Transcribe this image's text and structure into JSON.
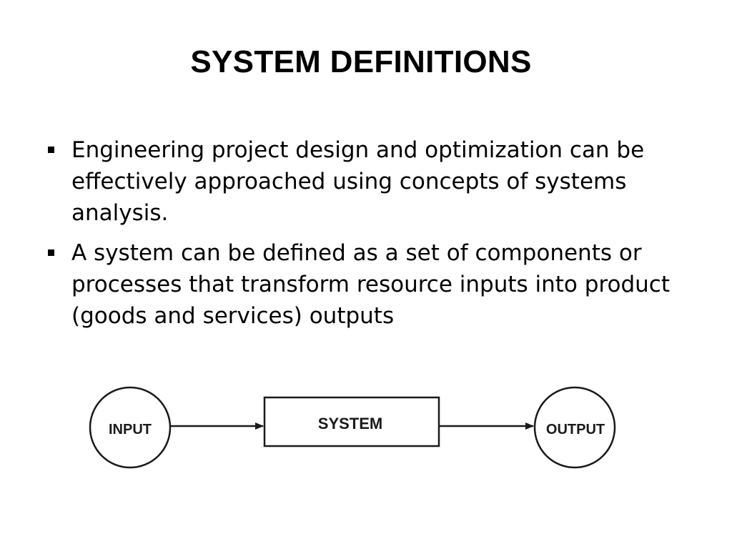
{
  "slide": {
    "title": "SYSTEM DEFINITIONS",
    "bullets": [
      "Engineering project design and optimization can be effectively approached using concepts of systems analysis.",
      "A system can be defined as a set of components or processes that transform resource inputs into product (goods and services) outputs"
    ]
  },
  "diagram": {
    "input_label": "INPUT",
    "system_label": "SYSTEM",
    "output_label": "OUTPUT",
    "line_color": "#1a1a1a"
  }
}
